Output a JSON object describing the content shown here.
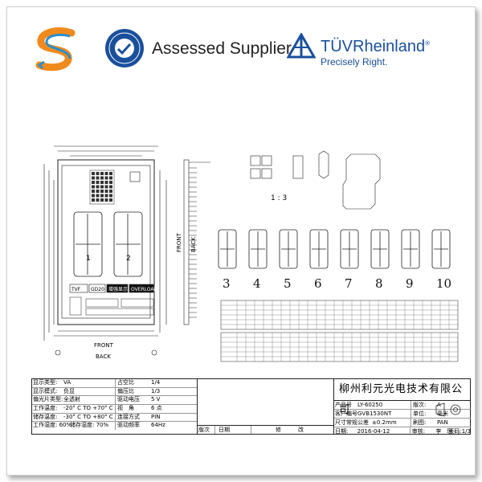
{
  "header": {
    "assessed_text": "Assessed Supplier",
    "tuv_name": "TÜVRheinland",
    "tuv_reg": "®",
    "tuv_slogan": "Precisely Right."
  },
  "drawing": {
    "scale_label": "1 : 3",
    "front_label": "FRONT",
    "back_label": "BACK",
    "front_label_side": "FRONT",
    "back_label_side": "BACK",
    "digit_numbers": [
      "3",
      "4",
      "5",
      "6",
      "7",
      "8",
      "9",
      "10"
    ],
    "circle_1": "1",
    "circle_2": "2",
    "chip_labels": [
      "TVF",
      "GD20",
      "增强显示",
      "OVERLOAD"
    ]
  },
  "table": {
    "left_rows": [
      [
        "显示类型:",
        "VA",
        "占空比",
        "1/4"
      ],
      [
        "显示模式:",
        "负显",
        "偏压比",
        "1/3"
      ],
      [
        "偏光片类型:",
        "全透射",
        "驱动电压",
        "5 V"
      ],
      [
        "工作温度:",
        "-20° C TO +70° C",
        "视　角",
        "6 点"
      ],
      [
        "储存温度:",
        "-30° C TO +80° C",
        "连接方式",
        "PIN"
      ],
      [
        "工作湿度: 60%",
        "储存湿度: 70%",
        "驱动频率",
        "64Hz"
      ]
    ],
    "rev_label": "版次",
    "date_label": "日期",
    "modify_label": "修　　　改",
    "company": "柳州利元光电技术有限公司",
    "right_rows": [
      [
        "产品号",
        "LY-60250",
        "版次:",
        "A"
      ],
      [
        "客户编号",
        "GVB1530NT",
        "单位:",
        "毫米"
      ],
      [
        "尺寸常规公差",
        "±0.2mm",
        "刷图:",
        "PAN"
      ],
      [
        "日期:",
        "2016-04-12",
        "审核:",
        "李　理"
      ]
    ],
    "page_label": "页码:1/3"
  }
}
